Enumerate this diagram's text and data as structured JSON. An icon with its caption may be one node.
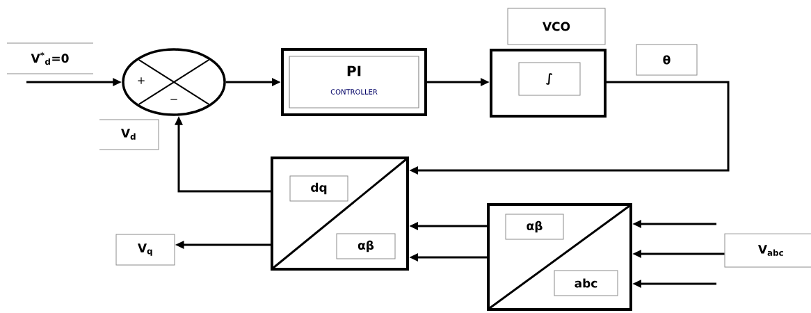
{
  "diagram": {
    "nodes": [
      {
        "text": [
          "+",
          "−"
        ]
      },
      {
        "text": [
          "PI",
          "CONTROLLER"
        ]
      },
      {
        "text": [
          "VCO",
          "∫"
        ]
      },
      {
        "text": [
          "dq",
          "αβ"
        ]
      },
      {
        "text": [
          "αβ",
          "abc"
        ]
      },
      {
        "text": [
          "V$_{q}$"
        ]
      },
      {
        "text": [
          "θ"
        ]
      },
      {
        "text": [
          "V$_{abc}$"
        ]
      }
    ],
    "edges": [
      {
        "from": null,
        "to": 0,
        "arrow": "to"
      },
      {
        "from": 0,
        "to": 1,
        "arrow": "to"
      },
      {
        "from": 1,
        "to": 2,
        "arrow": "to"
      },
      {
        "from": 2,
        "to": 3,
        "arrow": "to"
      },
      {
        "from": 3,
        "to": 0,
        "arrow": "to"
      },
      {
        "from": 3,
        "to": 5,
        "arrow": "to"
      },
      {
        "from": 4,
        "to": 3,
        "arrow": "to"
      },
      {
        "from": 4,
        "to": 3,
        "arrow": "to"
      },
      {
        "from": null,
        "to": 4,
        "arrow": "to"
      },
      {
        "from": 7,
        "to": 4,
        "arrow": "to"
      },
      {
        "from": null,
        "to": 4,
        "arrow": "to"
      }
    ],
    "labels": [
      "V$^{*}$$_{d}$=0",
      "V$_{d}$"
    ]
  }
}
